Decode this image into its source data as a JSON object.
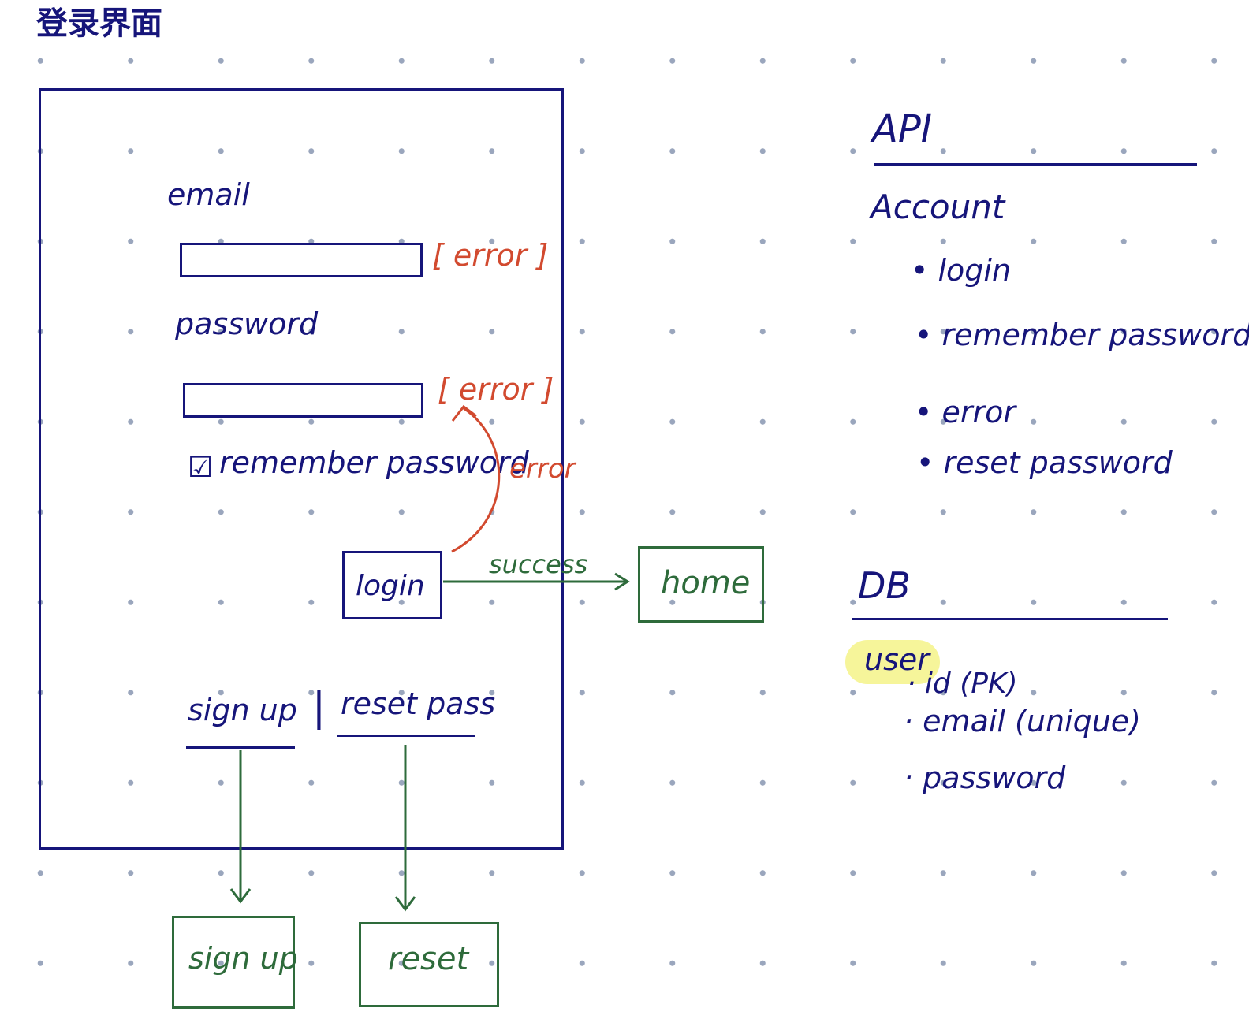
{
  "page_title": "登录界面",
  "mockup": {
    "email_label": "email",
    "email_error": "[ error ]",
    "password_label": "password",
    "password_error": "[ error ]",
    "remember_checkbox": "☑",
    "remember_label": "remember password",
    "login_button": "login",
    "signup_link": "sign up",
    "link_separator": "|",
    "reset_link": "reset pass"
  },
  "flows": {
    "error_label": "error",
    "success_label": "success",
    "home_box": "home",
    "signup_box": "sign up",
    "reset_box": "reset"
  },
  "api": {
    "heading": "API",
    "group": "Account",
    "items": [
      "login",
      "remember password",
      "error",
      "reset password"
    ]
  },
  "db": {
    "heading": "DB",
    "table": "user",
    "fields": [
      "id (PK)",
      "email (unique)",
      "password"
    ]
  },
  "colors": {
    "ink": "#16157a",
    "error": "#d24a2f",
    "flow": "#2e6b3b",
    "highlight": "#f6f59a"
  }
}
